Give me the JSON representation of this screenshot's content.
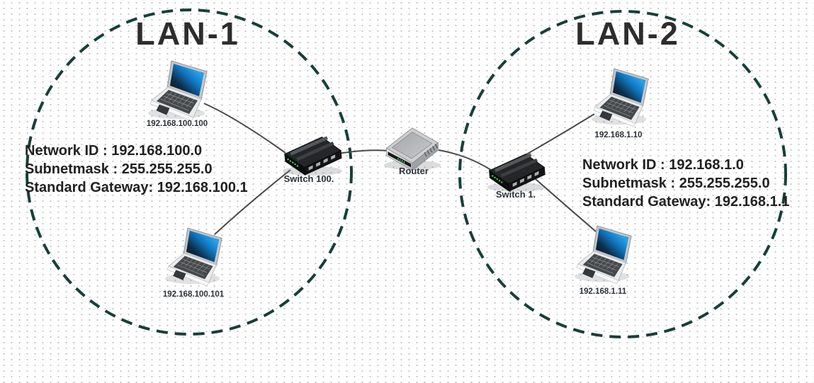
{
  "lans": [
    {
      "title": "LAN-1",
      "switch_label": "Switch 100.",
      "hosts": [
        {
          "ip": "192.168.100.100"
        },
        {
          "ip": "192.168.100.101"
        }
      ],
      "info": {
        "network_id": "Network ID : 192.168.100.0",
        "subnetmask": "Subnetmask : 255.255.255.0",
        "gateway": "Standard Gateway: 192.168.100.1"
      }
    },
    {
      "title": "LAN-2",
      "switch_label": "Switch 1.",
      "hosts": [
        {
          "ip": "192.168.1.10"
        },
        {
          "ip": "192.168.1.11"
        }
      ],
      "info": {
        "network_id": "Network ID : 192.168.1.0",
        "subnetmask": "Subnetmask : 255.255.255.0",
        "gateway": "Standard Gateway: 192.168.1.1"
      }
    }
  ],
  "router": {
    "label": "Router"
  },
  "icons": {
    "laptop": "laptop-icon",
    "switch": "switch-icon",
    "router": "router-icon"
  },
  "colors": {
    "lan_boundary": "#164039",
    "connection_line": "#4a4a4a",
    "title_text": "#2d2d2d",
    "body_text": "#212121",
    "led_green": "#3fd24a"
  }
}
